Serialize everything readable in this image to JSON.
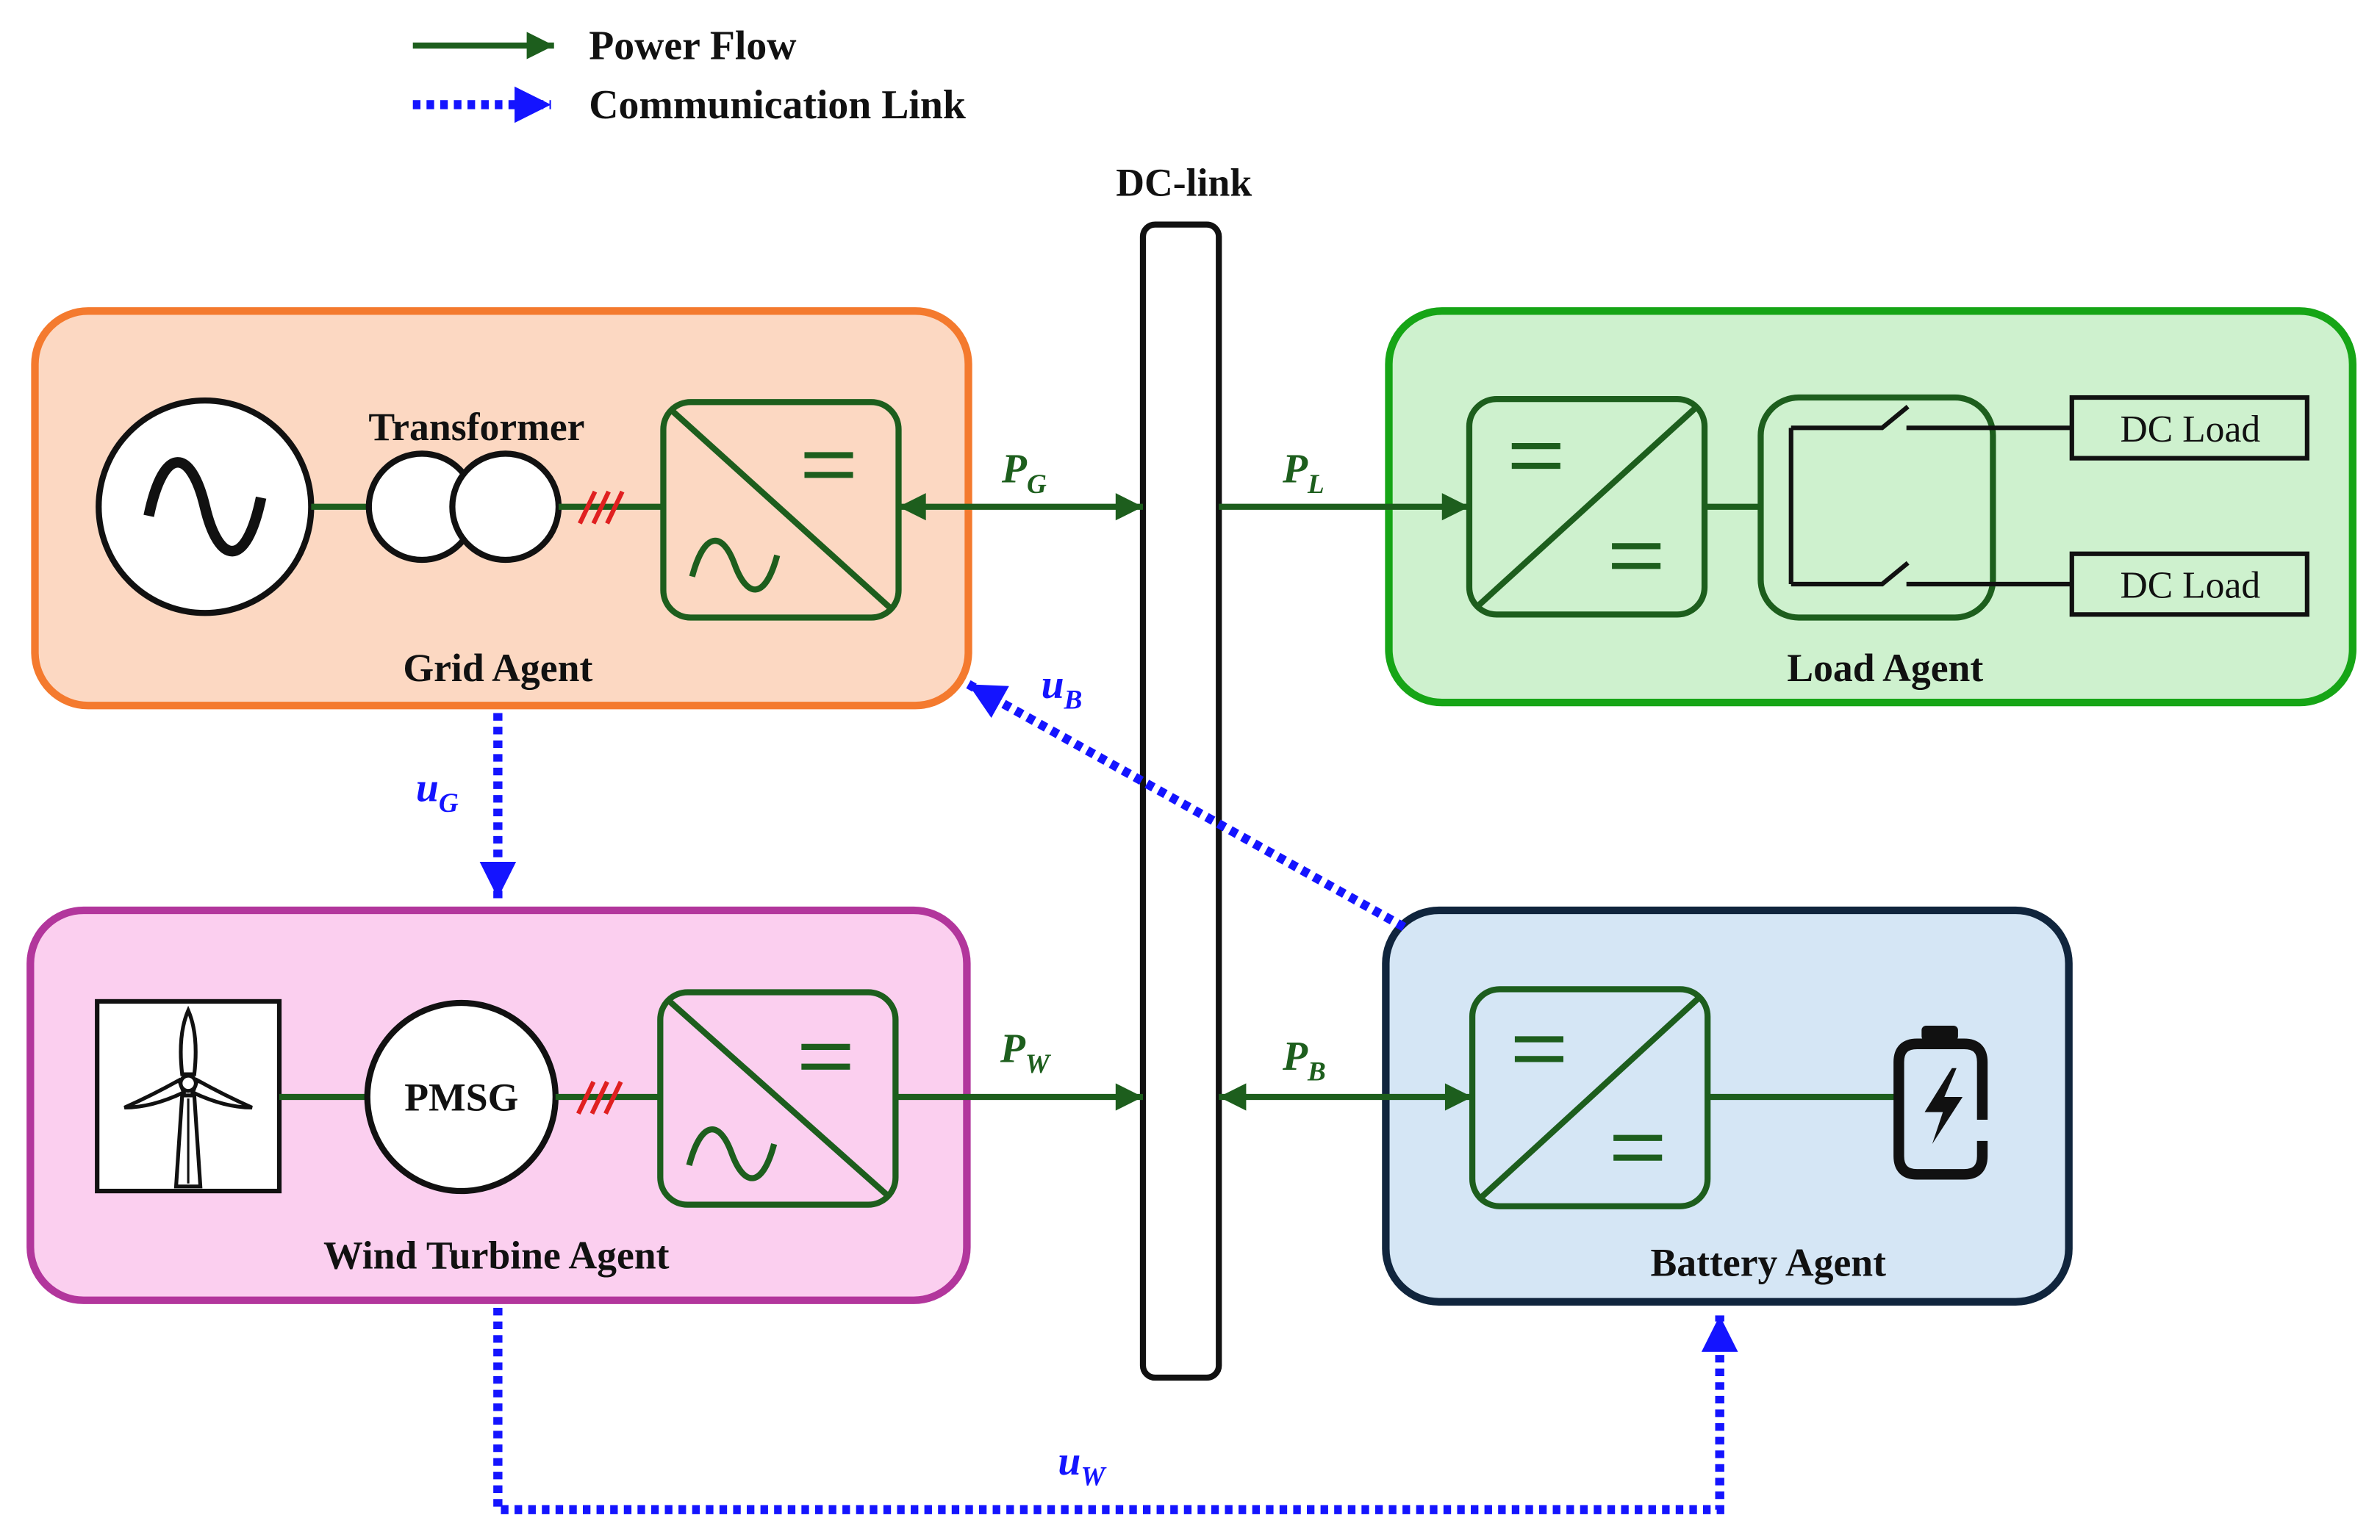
{
  "legend": {
    "power_flow": "Power Flow",
    "communication_link": "Communication Link"
  },
  "dc_link": {
    "label": "DC-link"
  },
  "grid_agent": {
    "title": "Grid Agent",
    "transformer_label": "Transformer"
  },
  "load_agent": {
    "title": "Load Agent",
    "loads": [
      "DC Load",
      "DC Load"
    ]
  },
  "wind_turbine_agent": {
    "title": "Wind Turbine Agent",
    "generator_label": "PMSG"
  },
  "battery_agent": {
    "title": "Battery Agent"
  },
  "power_flows": {
    "grid": {
      "symbol": "P",
      "subscript": "G"
    },
    "load": {
      "symbol": "P",
      "subscript": "L"
    },
    "wind": {
      "symbol": "P",
      "subscript": "W"
    },
    "battery": {
      "symbol": "P",
      "subscript": "B"
    }
  },
  "communication_signals": {
    "grid": {
      "symbol": "u",
      "subscript": "G"
    },
    "battery": {
      "symbol": "u",
      "subscript": "B"
    },
    "wind": {
      "symbol": "u",
      "subscript": "W"
    }
  },
  "icons": [
    "ac-source-icon",
    "transformer-icon",
    "ac-dc-converter-icon",
    "dc-dc-converter-icon",
    "switch-icon",
    "wind-turbine-icon",
    "generator-icon",
    "battery-icon",
    "phase-marks-icon"
  ],
  "colors": {
    "power_flow": "#1d5e1d",
    "communication_link": "#1414ff",
    "phase_marks": "#e02020",
    "grid_agent_fill": "#fcd8c2",
    "grid_agent_border": "#f47a2e",
    "load_agent_fill": "#cef1ce",
    "load_agent_border": "#16a516",
    "wind_agent_fill": "#fbcfef",
    "wind_agent_border": "#b2369c",
    "battery_agent_fill": "#d5e6f5",
    "battery_agent_border": "#10253d"
  }
}
